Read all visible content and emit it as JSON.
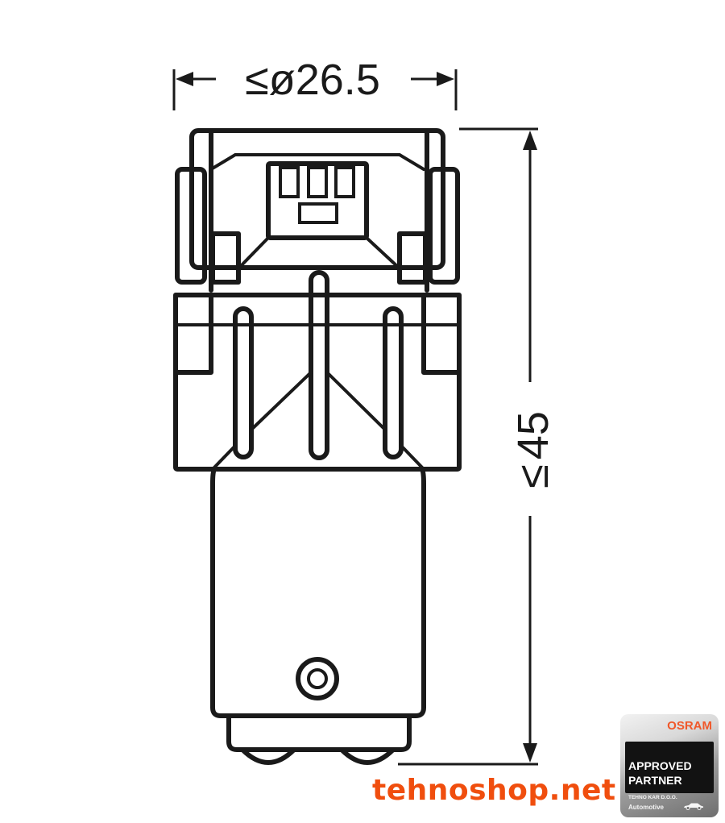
{
  "diagram": {
    "subject": "automotive bulb with BAY15d-style base and LED head",
    "dimensions": {
      "width": {
        "symbol": "≤ø",
        "value": "26.5",
        "label": "≤ø26.5"
      },
      "height": {
        "symbol": "≤",
        "value": "45",
        "label": "45",
        "prefix": "≤"
      }
    },
    "colors": {
      "line": "#1a1a1a",
      "background": "#ffffff",
      "watermark": "#f04e0e",
      "brand_accent": "#f0582a"
    }
  },
  "watermark": {
    "text": "tehnoshop.net"
  },
  "badge": {
    "brand": "OSRAM",
    "line1": "APPROVED",
    "line2": "PARTNER",
    "company": "TEHNO KAR D.O.O.",
    "division": "Automotive",
    "icon": "car-icon"
  }
}
